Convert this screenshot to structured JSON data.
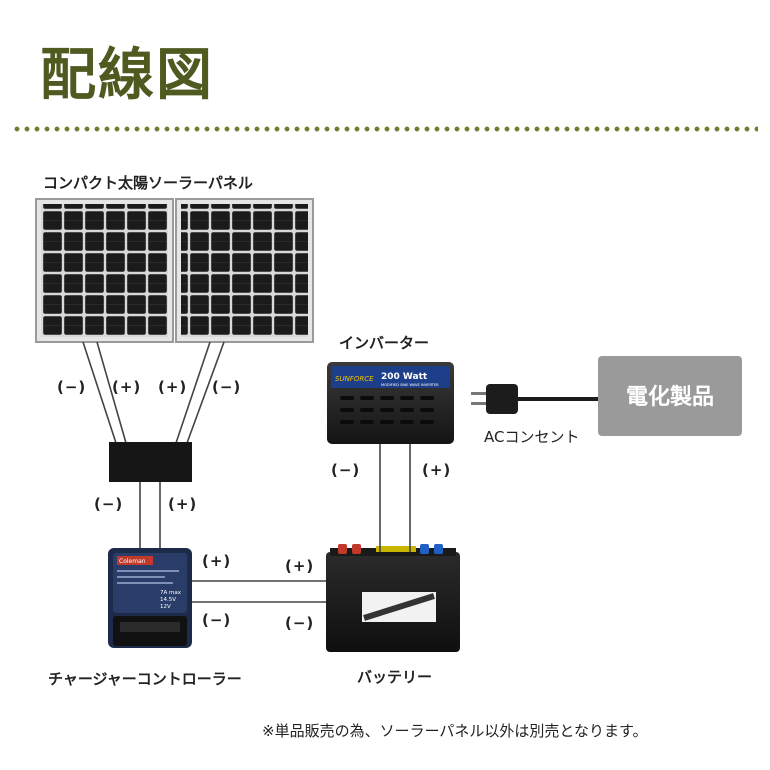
{
  "title": "配線図",
  "components": {
    "solar_panel": "コンパクト太陽ソーラーパネル",
    "inverter": "インバーター",
    "inverter_face": {
      "brand": "SUNFORCE",
      "rating": "200 Watt",
      "subtitle": "MODIFIED SINE WAVE INVERTER"
    },
    "ac_outlet": "ACコンセント",
    "appliance": "電化製品",
    "battery": "バッテリー",
    "charge_controller": "チャージャーコントローラー",
    "controller_face": {
      "brand": "Coleman",
      "spec1": "7A max",
      "spec2": "14.5V",
      "spec3": "12V"
    }
  },
  "polarity": {
    "panel_left_neg": "(−)",
    "panel_left_pos": "(+)",
    "panel_right_pos": "(+)",
    "panel_right_neg": "(−)",
    "junction_neg": "(−)",
    "junction_pos": "(+)",
    "controller_out_pos": "(+)",
    "controller_out_neg": "(−)",
    "battery_in_pos": "(+)",
    "battery_in_neg": "(−)",
    "inverter_neg": "(−)",
    "inverter_pos": "(+)"
  },
  "footnote": "※単品販売の為、ソーラーパネル以外は別売となります。",
  "colors": {
    "title": "#4e5a1f",
    "dots": "#6f7d2e",
    "appliance_box": "#9a9a9a",
    "wire": "#444444"
  }
}
